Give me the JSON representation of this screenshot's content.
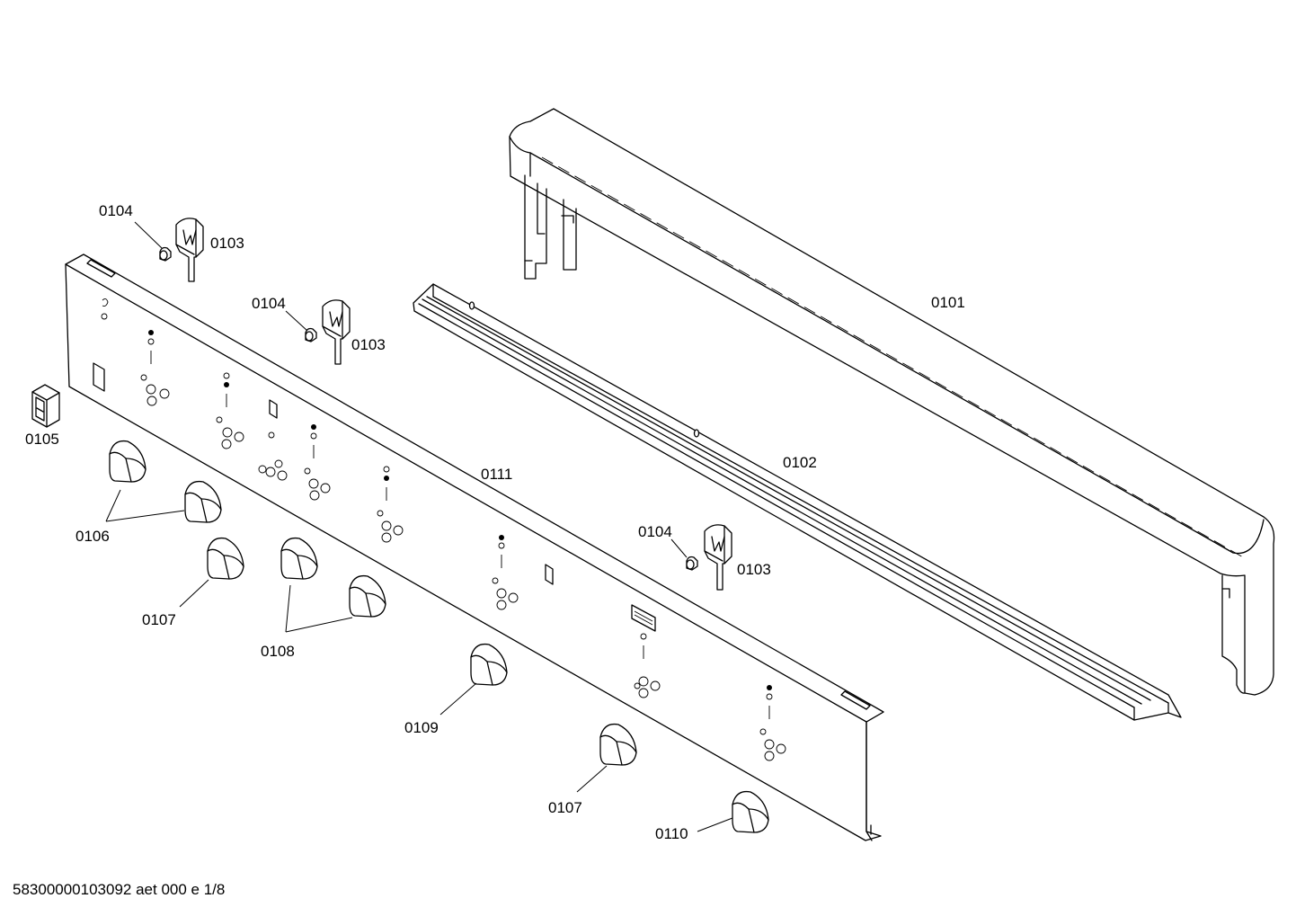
{
  "labels": {
    "p0101": "0101",
    "p0102": "0102",
    "p0103": "0103",
    "p0104": "0104",
    "p0105": "0105",
    "p0106": "0106",
    "p0107": "0107",
    "p0108": "0108",
    "p0109": "0109",
    "p0110": "0110",
    "p0111": "0111"
  },
  "footer": {
    "code": "58300000103092 aet 000 e 1/8"
  }
}
